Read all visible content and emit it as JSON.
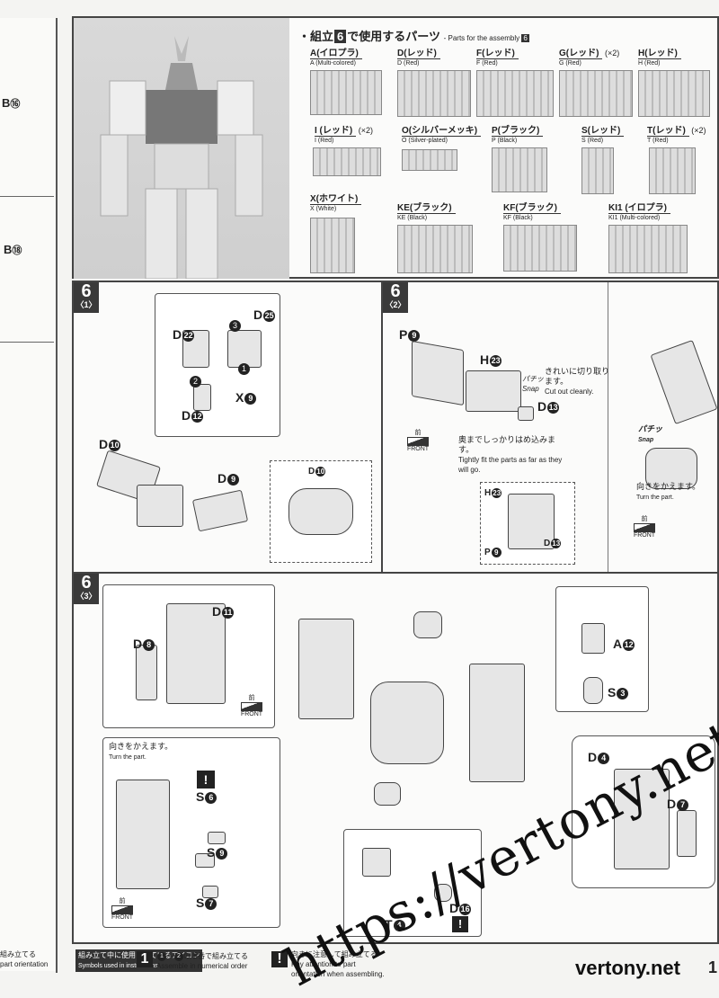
{
  "step": {
    "number": "6"
  },
  "parts_header": {
    "title_pre": "・組立",
    "title_num": "6",
    "title_post": "で使用するパーツ",
    "en_text": "- Parts for the assembly",
    "en_num": "6"
  },
  "parts": [
    {
      "jp": "A(イロプラ)",
      "en": "A (Multi-colored)"
    },
    {
      "jp": "D(レッド)",
      "en": "D (Red)"
    },
    {
      "jp": "F(レッド)",
      "en": "F (Red)"
    },
    {
      "jp": "G(レッド)",
      "en": "G (Red)",
      "qty": "(×2)"
    },
    {
      "jp": "H(レッド)",
      "en": "H (Red)"
    },
    {
      "jp": "I (レッド)",
      "en": "I (Red)",
      "qty": "(×2)"
    },
    {
      "jp": "O(シルバーメッキ)",
      "en": "O (Silver-plated)"
    },
    {
      "jp": "P(ブラック)",
      "en": "P (Black)"
    },
    {
      "jp": "S(レッド)",
      "en": "S (Red)"
    },
    {
      "jp": "T(レッド)",
      "en": "T (Red)",
      "qty": "(×2)"
    },
    {
      "jp": "X(ホワイト)",
      "en": "X (White)"
    },
    {
      "jp": "KE(ブラック)",
      "en": "KE (Black)"
    },
    {
      "jp": "KF(ブラック)",
      "en": "KF (Black)"
    },
    {
      "jp": "KI1 (イロプラ)",
      "en": "KI1 (Multi-colored)"
    }
  ],
  "left_strip": {
    "b16": "B",
    "b16n": "⑯",
    "b18": "B",
    "b18n": "⑱"
  },
  "sub1": {
    "num": "6",
    "sub": "〈1〉",
    "labels": {
      "D22": "D",
      "D22n": "22",
      "D25": "D",
      "D25n": "25",
      "X9": "X",
      "X9n": "9",
      "D12": "D",
      "D12n": "12",
      "D10": "D",
      "D10n": "10",
      "D9": "D",
      "D9n": "9",
      "D10b": "D",
      "D10bn": "10"
    },
    "order": [
      "1",
      "2",
      "3"
    ]
  },
  "sub2": {
    "num": "6",
    "sub": "〈2〉",
    "labels": {
      "P9": "P",
      "P9n": "9",
      "H23": "H",
      "H23n": "23",
      "D13": "D",
      "D13n": "13",
      "H23b": "H",
      "H23bn": "23",
      "P9b": "P",
      "P9bn": "9",
      "D13b": "D",
      "D13bn": "13"
    },
    "snap_jp": "パチッ",
    "snap_en": "Snap",
    "cut_jp": "きれいに切り取ります。",
    "cut_en": "Cut out cleanly.",
    "fit_jp": "奥までしっかりはめ込みます。",
    "fit_en": "Tightly fit the parts as far as they will go.",
    "front_jp": "前",
    "front_en": "FRONT",
    "turn_jp": "向きをかえます。",
    "turn_en": "Turn the part.",
    "snap2_jp": "パチッ",
    "snap2_en": "Snap"
  },
  "sub3": {
    "num": "6",
    "sub": "〈3〉",
    "labels": {
      "D11": "D",
      "D11n": "11",
      "D8": "D",
      "D8n": "8",
      "A12": "A",
      "A12n": "12",
      "S3": "S",
      "S3n": "3",
      "D4": "D",
      "D4n": "4",
      "D7": "D",
      "D7n": "7",
      "S6": "S",
      "S6n": "6",
      "S9": "S",
      "S9n": "9",
      "S7": "S",
      "S7n": "7",
      "T4": "T",
      "T4n": "4",
      "D16": "D",
      "D16n": "16"
    },
    "turn_jp": "向きをかえます。",
    "turn_en": "Turn the part.",
    "front_jp": "前",
    "front_en": "FRONT"
  },
  "footer": {
    "icons_jp": "組み立て中に使用されているアイコン",
    "icons_en": "Symbols used in instructions",
    "order_jp": "の順番で組み立てる",
    "order_en": "Assemble in numerical order",
    "attn_jp": "向きに注意して組み立てる",
    "attn_en": "Pay attention to part orientation when assembling.",
    "left_jp": "組み立てる",
    "left_en": "part orientation",
    "page": "1"
  },
  "watermark": {
    "url": "https://vertony.net/",
    "site": "vertony.net"
  }
}
